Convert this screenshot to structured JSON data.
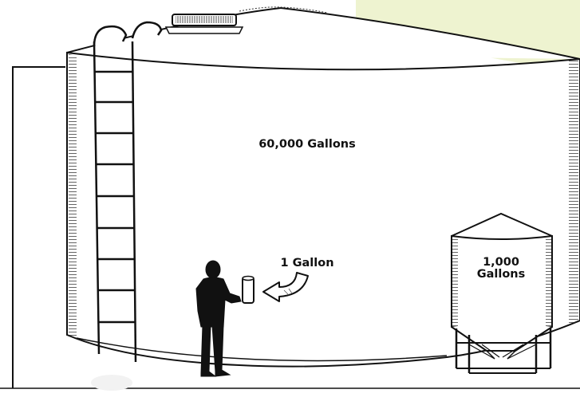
{
  "labels": {
    "large_tank": "60,000 Gallons",
    "person_container": "1 Gallon",
    "small_tank_line1": "1,000",
    "small_tank_line2": "Gallons"
  },
  "colors": {
    "corner_panel": "#eef3d0",
    "ink": "#111111",
    "background": "#ffffff"
  },
  "icons": {
    "person": "person-silhouette-icon",
    "arrow": "curved-arrow-icon",
    "ladder": "ladder-icon"
  }
}
